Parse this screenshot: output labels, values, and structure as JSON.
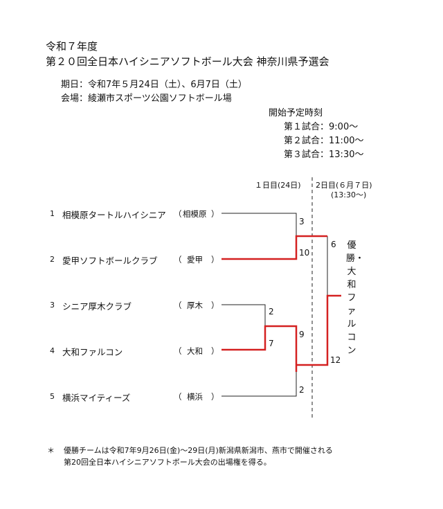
{
  "header": {
    "year": "令和７年度",
    "title": "第２０回全日本ハイシニアソフトボール大会 神奈川県予選会"
  },
  "info": {
    "dates": "期日：令和7年５月24日（土）、6月7日（土）",
    "venue": "会場：綾瀬市スポーツ公園ソフトボール場"
  },
  "schedule": {
    "heading": "開始予定時刻",
    "games": [
      {
        "label": "第１試合：",
        "time": "9:00～"
      },
      {
        "label": "第２試合：",
        "time": "11:00～"
      },
      {
        "label": "第３試合：",
        "time": "13:30～"
      }
    ]
  },
  "days": {
    "day1": "１日目(24日)",
    "day2": "2日目(６月７日)",
    "day2_time": "(13:30～)"
  },
  "teams": [
    {
      "seed": "1",
      "name": "相模原タートルハイシニア",
      "area_open": "（",
      "area": "相模原",
      "area_close": "）"
    },
    {
      "seed": "2",
      "name": "愛甲ソフトボールクラブ",
      "area_open": "（",
      "area": "愛甲",
      "area_close": "）"
    },
    {
      "seed": "3",
      "name": "シニア厚木クラブ",
      "area_open": "（",
      "area": "厚木",
      "area_close": "）"
    },
    {
      "seed": "4",
      "name": "大和ファルコン",
      "area_open": "（",
      "area": "大和",
      "area_close": "）"
    },
    {
      "seed": "5",
      "name": "横浜マイティーズ",
      "area_open": "（",
      "area": "横浜",
      "area_close": "）"
    }
  ],
  "scores": {
    "m1_top": "3",
    "m1_bottom": "10",
    "m2_top": "2",
    "m2_bottom": "7",
    "m3_top": "9",
    "m3_bottom": "2",
    "final_top": "6",
    "final_bottom": "12"
  },
  "winner": "優勝・大和ファルコン",
  "footnote": {
    "mark": "＊",
    "line1": "優勝チームは令和7年9月26日(金)～29日(月)新潟県新潟市、燕市で開催される",
    "line2": "第20回全日本ハイシニアソフトボール大会の出場権を得る。"
  },
  "colors": {
    "winner_line": "#d42020",
    "line": "#222222"
  }
}
